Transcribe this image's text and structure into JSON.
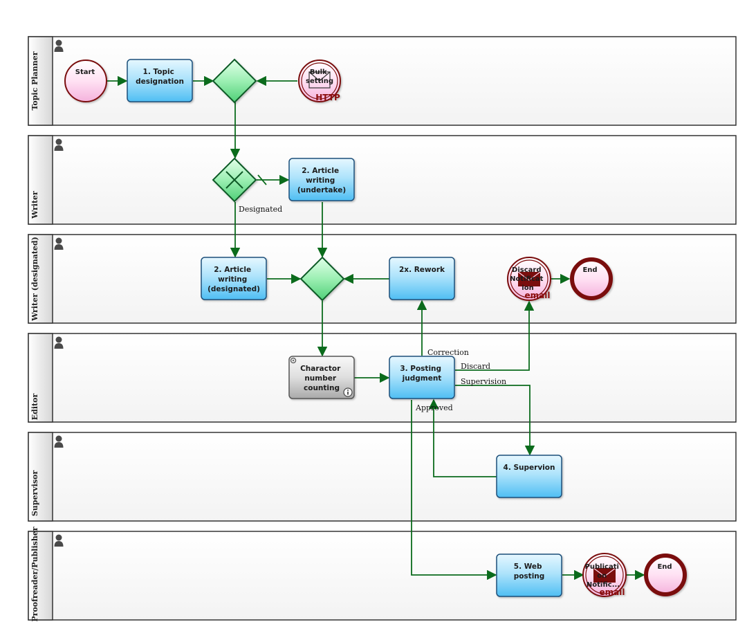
{
  "lanes": [
    {
      "id": "planner",
      "title": "Topic Planner"
    },
    {
      "id": "writer",
      "title": "Writer"
    },
    {
      "id": "writer_designated",
      "title": "Writer (designated)"
    },
    {
      "id": "editor",
      "title": "Editor"
    },
    {
      "id": "supervisor",
      "title": "Supervisor"
    },
    {
      "id": "publisher",
      "title": "Proofreader/Publisher"
    }
  ],
  "events": {
    "start": {
      "lines": [
        "Start"
      ]
    },
    "bulk_setting": {
      "lines": [
        "Bulk",
        "setting"
      ],
      "badge": "HTTP"
    },
    "discard_notification": {
      "lines": [
        "Discard",
        "Notificat",
        "ion"
      ],
      "badge": "email"
    },
    "end_discard": {
      "lines": [
        "End"
      ]
    },
    "publication_notification": {
      "lines": [
        "Publicati",
        "on",
        "Notific..."
      ],
      "badge": "email"
    },
    "end_publish": {
      "lines": [
        "End"
      ]
    }
  },
  "tasks": {
    "topic_designation": {
      "lines": [
        "1. Topic",
        "designation"
      ]
    },
    "article_undertake": {
      "lines": [
        "2. Article",
        "writing",
        "(undertake)"
      ]
    },
    "article_designated": {
      "lines": [
        "2. Article",
        "writing",
        "(designated)"
      ]
    },
    "rework": {
      "lines": [
        "2x. Rework"
      ]
    },
    "char_count": {
      "lines": [
        "Charactor",
        "number",
        "counting"
      ]
    },
    "posting_judgment": {
      "lines": [
        "3. Posting",
        "judgment"
      ]
    },
    "supervion": {
      "lines": [
        "4. Supervion"
      ]
    },
    "web_posting": {
      "lines": [
        "5. Web",
        "posting"
      ]
    }
  },
  "flow_labels": {
    "designated": "Designated",
    "correction": "Correction",
    "discard": "Discard",
    "supervision": "Supervision",
    "approved": "Approved"
  },
  "colors": {
    "task_fill_top": "#dff4ff",
    "task_fill_bottom": "#5cc4f5",
    "task_stroke": "#1d4f7a",
    "system_task_top": "#f4f4f4",
    "system_task_bottom": "#b8b8b8",
    "gateway_top": "#d8ffe2",
    "gateway_bottom": "#62d886",
    "gateway_stroke": "#0f5a25",
    "event_stroke": "#7a0b0b",
    "event_fill": "#ffd6ee",
    "flow": "#0b6b1c",
    "lane_stroke": "#333333",
    "lane_header": "#e6e6e6"
  },
  "icons": [
    "user-icon",
    "envelope-icon",
    "info-icon",
    "gear-icon",
    "exclusive-x-icon"
  ]
}
